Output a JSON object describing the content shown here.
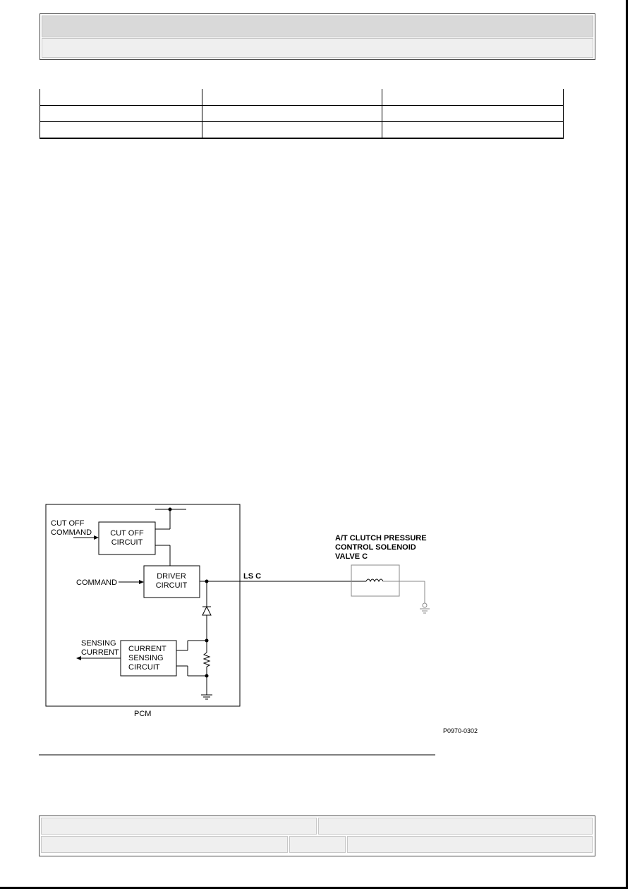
{
  "diagram": {
    "cut_off_command_label": [
      "CUT OFF",
      "COMMAND"
    ],
    "cut_off_circuit_label": [
      "CUT OFF",
      "CIRCUIT"
    ],
    "command_label": "COMMAND",
    "driver_circuit_label": [
      "DRIVER",
      "CIRCUIT"
    ],
    "wire_label": "LS C",
    "solenoid_label": [
      "A/T CLUTCH PRESSURE",
      "CONTROL SOLENOID",
      "VALVE C"
    ],
    "sensing_current_label": [
      "SENSING",
      "CURRENT"
    ],
    "current_sensing_circuit_label": [
      "CURRENT",
      "SENSING",
      "CIRCUIT"
    ],
    "pcm_label": "PCM",
    "figure_code": "P0970-0302"
  }
}
